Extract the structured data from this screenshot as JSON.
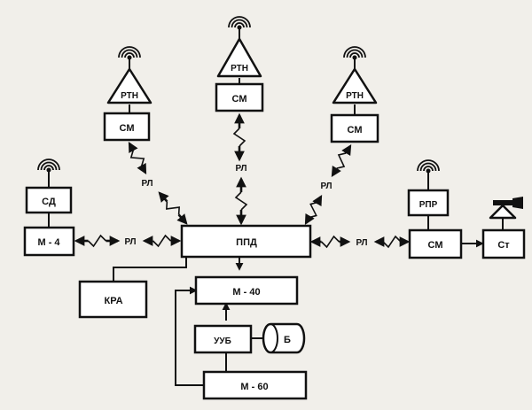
{
  "blocks": {
    "sd": "СД",
    "m4": "М - 4",
    "rtn_left": "РТН",
    "cm_left": "СМ",
    "rtn_center": "РТН",
    "cm_center": "СМ",
    "rtn_right": "РТН",
    "cm_right": "СМ",
    "rpr": "РПР",
    "cm_rpr": "СМ",
    "st": "Ст",
    "ppd": "ППД",
    "kra": "КРА",
    "m40": "М - 40",
    "uub": "УУБ",
    "b": "Б",
    "m60": "М - 60"
  },
  "links": {
    "rl_upper_left": "РЛ",
    "rl_upper_center": "РЛ",
    "rl_upper_right": "РЛ",
    "rl_left": "РЛ",
    "rl_right": "РЛ"
  }
}
